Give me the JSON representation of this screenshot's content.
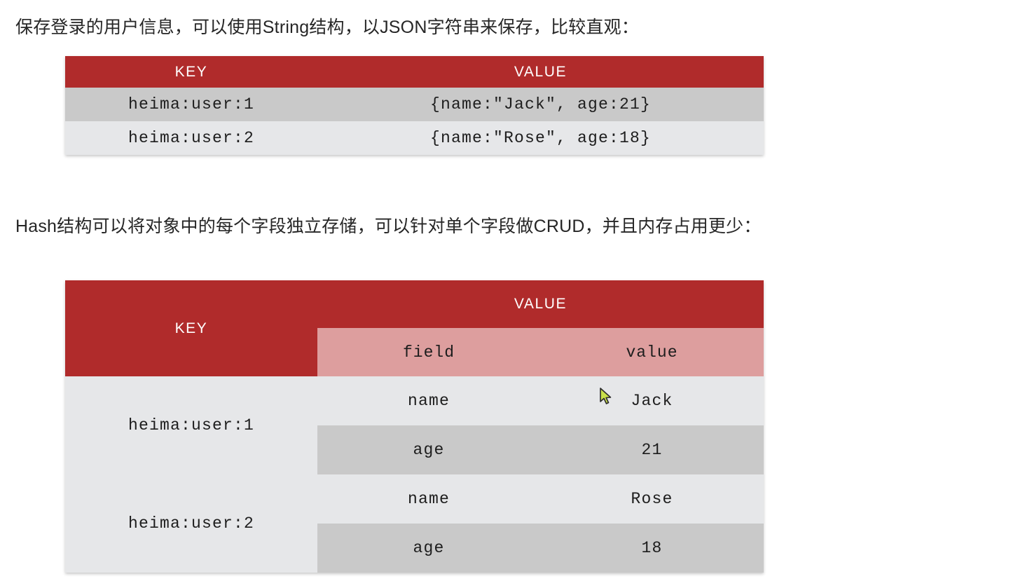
{
  "paragraphs": {
    "string_intro": "保存登录的用户信息，可以使用String结构，以JSON字符串来保存，比较直观：",
    "hash_intro": "Hash结构可以将对象中的每个字段独立存储，可以针对单个字段做CRUD，并且内存占用更少："
  },
  "colors": {
    "header_red": "#b02b2b",
    "subheader_pink": "#dd9e9e",
    "row_dark": "#c9c9c9",
    "row_light": "#e6e7e9",
    "page_background": "#ffffff",
    "text": "#262626",
    "cursor_fill": "#c9e04a"
  },
  "string_table": {
    "headers": {
      "key": "KEY",
      "value": "VALUE"
    },
    "rows": [
      {
        "key": "heima:user:1",
        "value": "{name:\"Jack\", age:21}"
      },
      {
        "key": "heima:user:2",
        "value": "{name:\"Rose\", age:18}"
      }
    ]
  },
  "hash_table": {
    "headers": {
      "key": "KEY",
      "value": "VALUE",
      "field": "field",
      "field_value": "value"
    },
    "groups": [
      {
        "key": "heima:user:1",
        "entries": [
          {
            "field": "name",
            "value": "Jack"
          },
          {
            "field": "age",
            "value": "21"
          }
        ]
      },
      {
        "key": "heima:user:2",
        "entries": [
          {
            "field": "name",
            "value": "Rose"
          },
          {
            "field": "age",
            "value": "18"
          }
        ]
      }
    ]
  },
  "cursor": {
    "icon": "arrow-pointer-icon"
  }
}
